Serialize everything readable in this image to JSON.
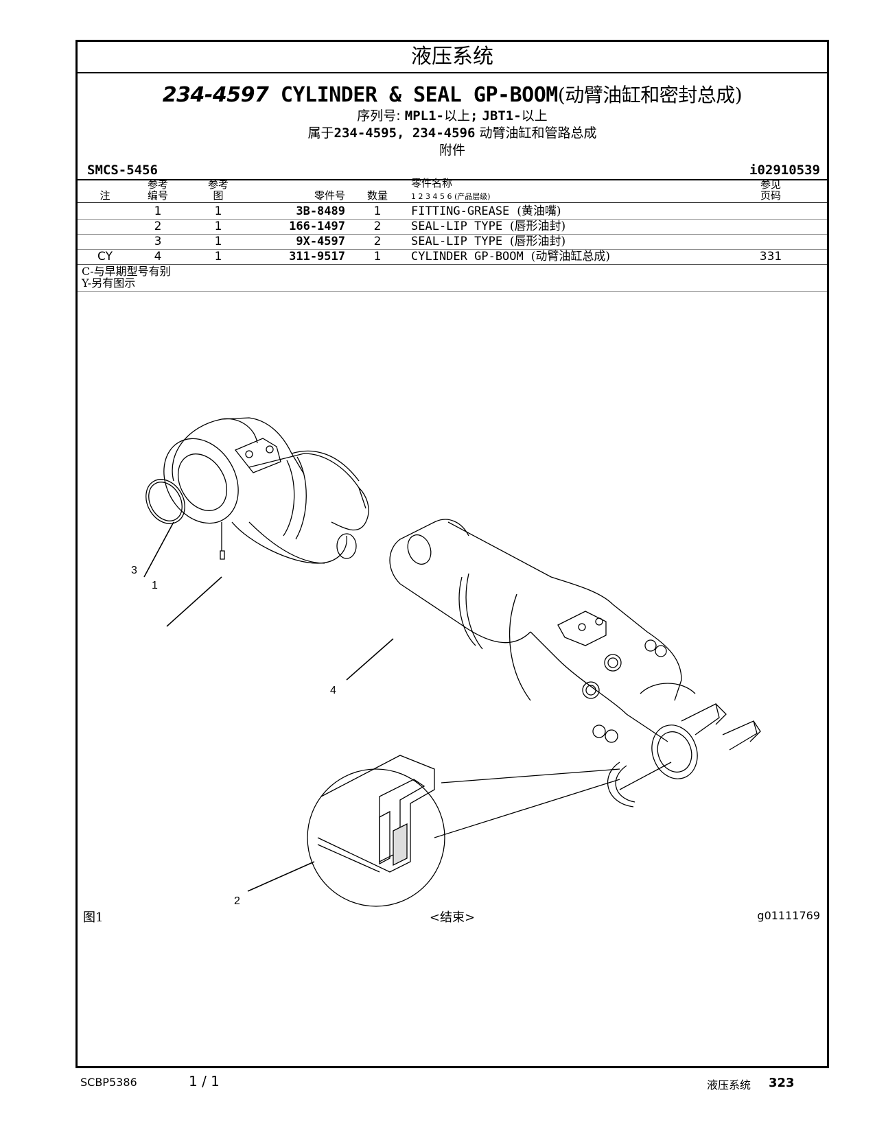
{
  "section": "液压系统",
  "header": {
    "part_number": "234-4597",
    "title_en": "CYLINDER & SEAL GP-BOOM",
    "title_cn": "(动臂油缸和密封总成)",
    "serial_label": "序列号:",
    "serial_1": "MPL1-",
    "serial_1_suffix": "以上",
    "serial_sep": ";",
    "serial_2": "JBT1-",
    "serial_2_suffix": "以上",
    "belongs_prefix": "属于",
    "belongs_parts": "234-4595, 234-4596",
    "belongs_suffix": "动臂油缸和管路总成",
    "attachment": "附件",
    "smcs": "SMCS-5456",
    "info_no": "i02910539"
  },
  "table": {
    "headers": {
      "note": "注",
      "ref_no_1": "参考",
      "ref_no_2": "编号",
      "ref_fig_1": "参考",
      "ref_fig_2": "图",
      "part_no": "零件号",
      "qty": "数量",
      "part_name": "零件名称",
      "levels": "1  2  3  4  5  6",
      "levels_note": "(产品层级)",
      "see_page_1": "参见",
      "see_page_2": "页码"
    },
    "rows": [
      {
        "note": "",
        "ref": "1",
        "fig": "1",
        "part": "3B-8489",
        "qty": "1",
        "name": "FITTING-GREASE",
        "name_cn": "(黄油嘴)",
        "page": ""
      },
      {
        "note": "",
        "ref": "2",
        "fig": "1",
        "part": "166-1497",
        "qty": "2",
        "name": "SEAL-LIP TYPE",
        "name_cn": "(唇形油封)",
        "page": ""
      },
      {
        "note": "",
        "ref": "3",
        "fig": "1",
        "part": "9X-4597",
        "qty": "2",
        "name": "SEAL-LIP TYPE",
        "name_cn": "(唇形油封)",
        "page": ""
      },
      {
        "note": "CY",
        "ref": "4",
        "fig": "1",
        "part": "311-9517",
        "qty": "1",
        "name": "CYLINDER GP-BOOM",
        "name_cn": "(动臂油缸总成)",
        "page": "331"
      }
    ]
  },
  "notes": [
    "C-与早期型号有别",
    "Y-另有图示"
  ],
  "figure": {
    "label": "图1",
    "end": "<结束>",
    "graphic_no": "g01111769",
    "callouts": [
      "1",
      "2",
      "3",
      "4"
    ]
  },
  "footer": {
    "doc_no": "SCBP5386",
    "page_of": "1 / 1",
    "section": "液压系统",
    "page": "323"
  }
}
